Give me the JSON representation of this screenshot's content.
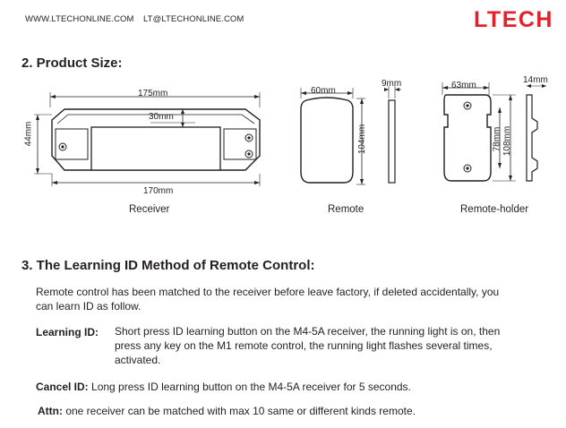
{
  "header": {
    "website": "WWW.LTECHONLINE.COM",
    "email": "LT@LTECHONLINE.COM",
    "logo_text": "LTECH",
    "logo_color": "#e4202a"
  },
  "section_size": {
    "heading": "2. Product Size:",
    "receiver": {
      "caption": "Receiver",
      "dim_top": "175mm",
      "dim_bottom": "170mm",
      "dim_height": "44mm",
      "dim_inner": "30mm"
    },
    "remote": {
      "caption": "Remote",
      "dim_width": "60mm",
      "dim_height": "104mm",
      "dim_thickness": "9mm"
    },
    "remote_holder": {
      "caption": "Remote-holder",
      "dim_width": "63mm",
      "dim_inner_height": "78mm",
      "dim_height": "108mm",
      "dim_thickness": "14mm"
    }
  },
  "section_learning": {
    "heading": "3. The Learning ID Method of Remote Control:",
    "intro_line1": "Remote control has been matched to the receiver before leave factory, if deleted accidentally,  you",
    "intro_line2": "can learn ID as follow.",
    "learning_label": "Learning ID:",
    "learning_line1": "Short press ID learning button on the M4-5A receiver, the running light is on, then",
    "learning_line2": "press any key on the M1 remote control,  the running light flashes several times,",
    "learning_line3": "activated.",
    "cancel_label": "Cancel ID:",
    "cancel_text": " Long press ID learning button on the M4-5A receiver for 5 seconds.",
    "attn_label": "Attn:",
    "attn_text": " one receiver can be matched with max 10 same or different kinds remote."
  }
}
